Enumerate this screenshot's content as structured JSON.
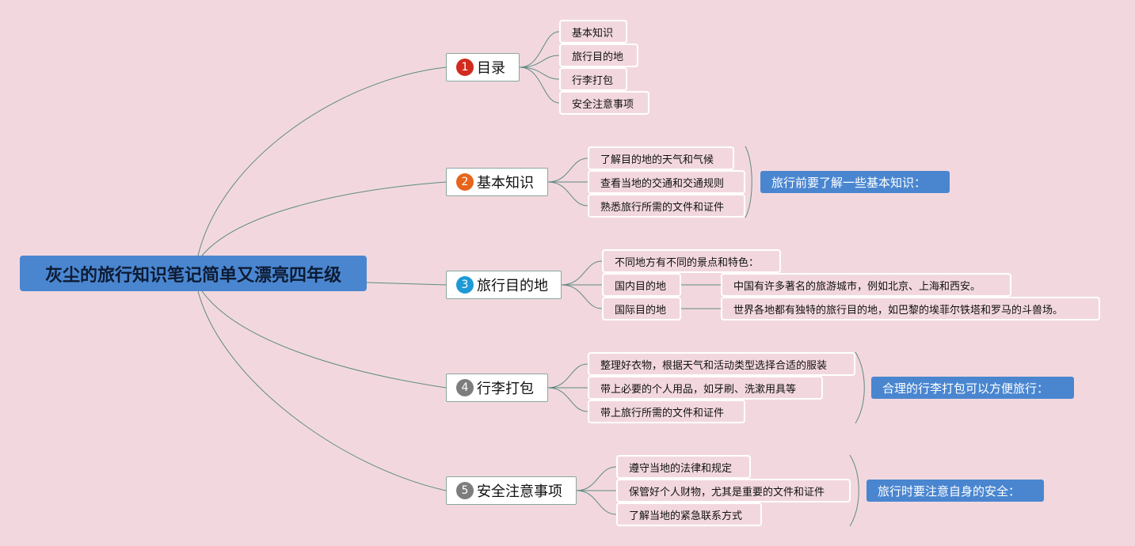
{
  "colors": {
    "background": "#f2d8de",
    "root_fill": "#4a86d0",
    "line": "#5f8a82",
    "badge_1": "#d22a1e",
    "badge_2": "#e8641b",
    "badge_3": "#1d9ad6",
    "badge_4_5": "#7d7d7d"
  },
  "root": {
    "label": "灰尘的旅行知识笔记简单又漂亮四年级"
  },
  "branches": [
    {
      "num": "1",
      "label": "目录",
      "children": [
        {
          "label": "基本知识"
        },
        {
          "label": "旅行目的地"
        },
        {
          "label": "行李打包"
        },
        {
          "label": "安全注意事项"
        }
      ]
    },
    {
      "num": "2",
      "label": "基本知识",
      "children": [
        {
          "label": "了解目的地的天气和气候"
        },
        {
          "label": "查看当地的交通和交通规则"
        },
        {
          "label": "熟悉旅行所需的文件和证件"
        }
      ],
      "summary": "旅行前要了解一些基本知识："
    },
    {
      "num": "3",
      "label": "旅行目的地",
      "children": [
        {
          "label": "不同地方有不同的景点和特色："
        },
        {
          "label": "国内目的地",
          "detail": "中国有许多著名的旅游城市，例如北京、上海和西安。"
        },
        {
          "label": "国际目的地",
          "detail": "世界各地都有独特的旅行目的地，如巴黎的埃菲尔铁塔和罗马的斗兽场。"
        }
      ]
    },
    {
      "num": "4",
      "label": "行李打包",
      "children": [
        {
          "label": "整理好衣物，根据天气和活动类型选择合适的服装"
        },
        {
          "label": "带上必要的个人用品，如牙刷、洗漱用具等"
        },
        {
          "label": "带上旅行所需的文件和证件"
        }
      ],
      "summary": "合理的行李打包可以方便旅行："
    },
    {
      "num": "5",
      "label": "安全注意事项",
      "children": [
        {
          "label": "遵守当地的法律和规定"
        },
        {
          "label": "保管好个人财物，尤其是重要的文件和证件"
        },
        {
          "label": "了解当地的紧急联系方式"
        }
      ],
      "summary": "旅行时要注意自身的安全："
    }
  ]
}
